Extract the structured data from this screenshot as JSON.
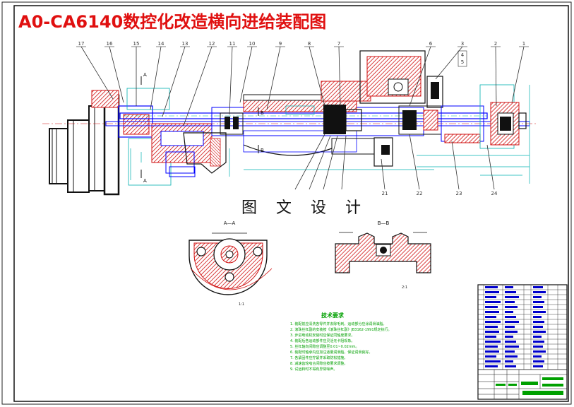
{
  "drawing": {
    "title": "A0-CA6140数控化改造横向进给装配图",
    "watermark": "图 文 设 计",
    "section_aa_label": "A—A",
    "section_bb_label": "B—B",
    "section_a_mark_top": "A",
    "section_a_mark_bottom": "A",
    "section_b_mark_top": "B",
    "section_b_mark_bottom": "B",
    "section_aa_scale": "1:1",
    "section_bb_scale": "2:1",
    "part_numbers_top": [
      "17",
      "16",
      "15",
      "14",
      "13",
      "12",
      "11",
      "10",
      "9",
      "8",
      "7",
      "6",
      "3",
      "4",
      "5",
      "2",
      "1"
    ],
    "part_numbers_bottom": [
      "21",
      "22",
      "23",
      "24"
    ],
    "tech_requirements": {
      "title": "技术要求",
      "lines": [
        "1. 装配前应清洗各零件并去除毛刺，运动部分应涂润滑油脂。",
        "2. 滚珠丝杠副的安装按《滚珠丝杠副》JB3162-1991规定执行。",
        "3. 步进电动机安装时应保证同轴度要求。",
        "4. 装配后各运动部件应灵活无卡阻现象。",
        "5. 丝杠轴向间隙应调整至0.01~0.02mm。",
        "6. 装配时轴承内应加注适量润滑脂，保证润滑良好。",
        "7. 各紧固件应拧紧并采取防松措施。",
        "8. 减速齿轮啮合间隙应按要求调整。",
        "9. 试运转时不得有异常噪声。"
      ]
    },
    "colors": {
      "title_red": "#e01010",
      "outline_blue": "#0000ff",
      "hatch_red": "#d01010",
      "dimension_cyan": "#00b0b0",
      "leader_dark": "#303030",
      "text_green": "#00a000",
      "block_blue": "#0000cc"
    }
  }
}
